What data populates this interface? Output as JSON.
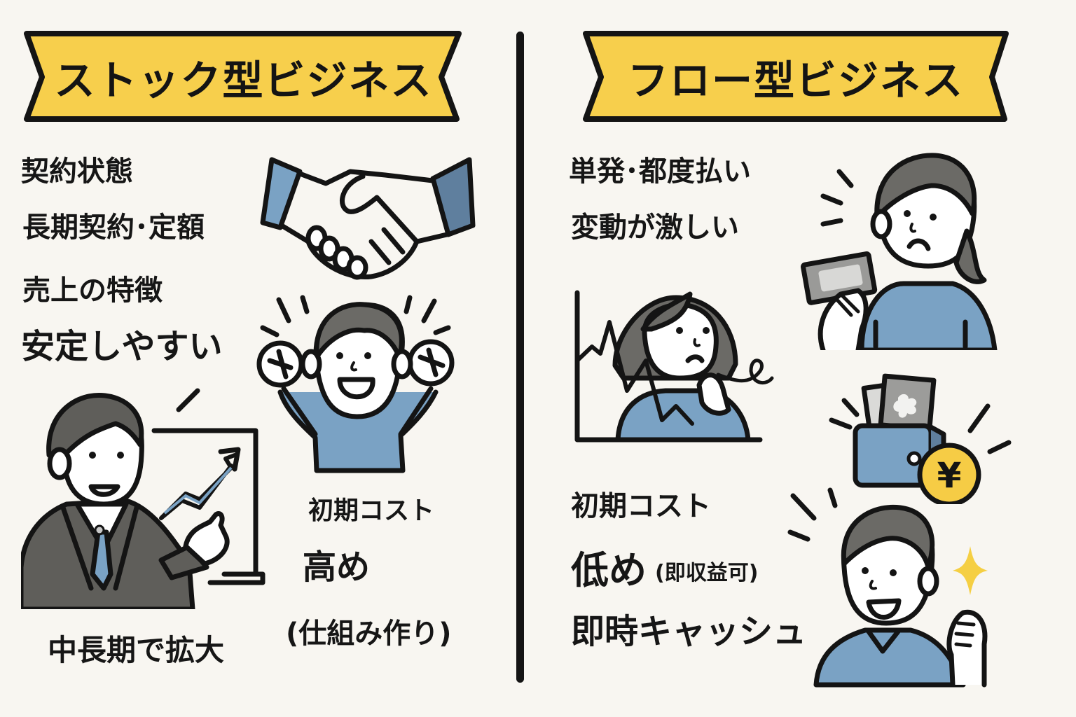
{
  "colors": {
    "background": "#f8f6f1",
    "banner_yellow": "#f7cf4c",
    "ink": "#141414",
    "shirt_blue": "#7aa2c4",
    "cuff_blue_dark": "#5f7f9e",
    "hair_gray": "#6b6a66",
    "suit_gray": "#5f5e5a",
    "coin_yellow": "#f6cc45",
    "sparkle_yellow": "#f5cf43"
  },
  "left_panel": {
    "title": "ストック型ビジネス",
    "contract_label": "契約状態",
    "contract_value": "長期契約･定額",
    "sales_label": "売上の特徴",
    "sales_value": "安定しやすい",
    "cost_label": "初期コスト",
    "cost_value": "高め",
    "cost_note": "(仕組み作り)",
    "growth_text": "中長期で拡大",
    "illustrations": [
      "handshake-icon",
      "cheering-man-icon",
      "presenter-with-rising-chart-icon"
    ]
  },
  "right_panel": {
    "title": "フロー型ビジネス",
    "contract_value": "単発･都度払い",
    "sales_value": "変動が激しい",
    "cost_label": "初期コスト",
    "cost_value": "低め",
    "cost_note": "(即収益可)",
    "cash_text": "即時キャッシュ",
    "illustrations": [
      "worried-woman-with-cash-icon",
      "worried-woman-volatile-chart-icon",
      "wallet-with-yen-coin-icon",
      "happy-man-with-sparkle-icon"
    ]
  },
  "coin_symbol": "¥"
}
